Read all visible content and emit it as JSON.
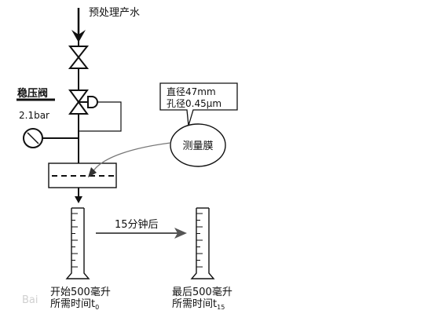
{
  "diagram": {
    "source_label": "预处理产水",
    "regulator_label": "稳压阀",
    "pressure_label": "2.1bar",
    "membrane_spec_line1": "直径47mm",
    "membrane_spec_line2": "孔径0.45μm",
    "membrane_label": "测量膜",
    "time_arrow_label": "15分钟后",
    "start_label_line1": "开始500毫升",
    "start_label_line2": "所需时间t",
    "start_subscript": "0",
    "end_label_line1": "最后500毫升",
    "end_label_line2": "所需时间t",
    "end_subscript": "15",
    "watermark": "Bai"
  },
  "colors": {
    "line": "#111111",
    "background": "#ffffff",
    "arrow_gray": "#555555"
  }
}
